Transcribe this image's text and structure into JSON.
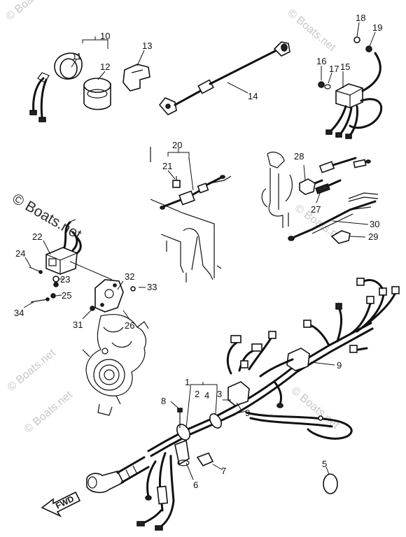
{
  "watermark": "© Boats.net",
  "direction_label": "FWD",
  "callouts": [
    "1",
    "2",
    "3",
    "4",
    "5",
    "6",
    "7",
    "8",
    "9",
    "9",
    "10",
    "11",
    "12",
    "13",
    "14",
    "15",
    "16",
    "17",
    "18",
    "19",
    "20",
    "21",
    "22",
    "23",
    "24",
    "25",
    "26",
    "27",
    "28",
    "29",
    "30",
    "31",
    "32",
    "33",
    "34"
  ]
}
